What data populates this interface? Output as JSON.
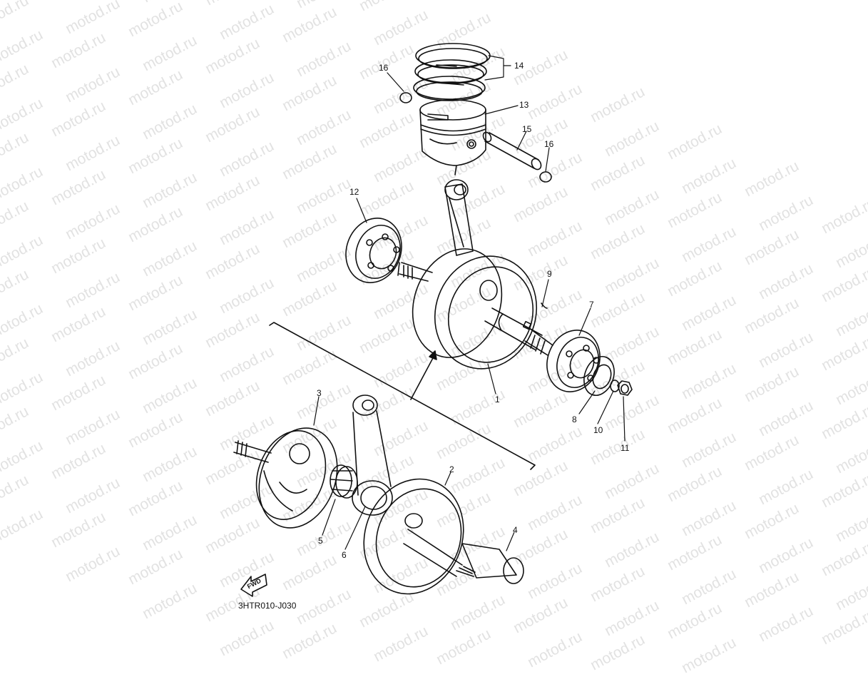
{
  "watermark": {
    "text": "motod.ru"
  },
  "diagram_code": "3HTR010-J030",
  "fwd_label": "FWD",
  "callouts": {
    "c1": "1",
    "c2": "2",
    "c3": "3",
    "c4": "4",
    "c5": "5",
    "c6": "6",
    "c7": "7",
    "c8": "8",
    "c9": "9",
    "c10": "10",
    "c11": "11",
    "c12": "12",
    "c13": "13",
    "c14": "14",
    "c15": "15",
    "c16a": "16",
    "c16b": "16"
  }
}
